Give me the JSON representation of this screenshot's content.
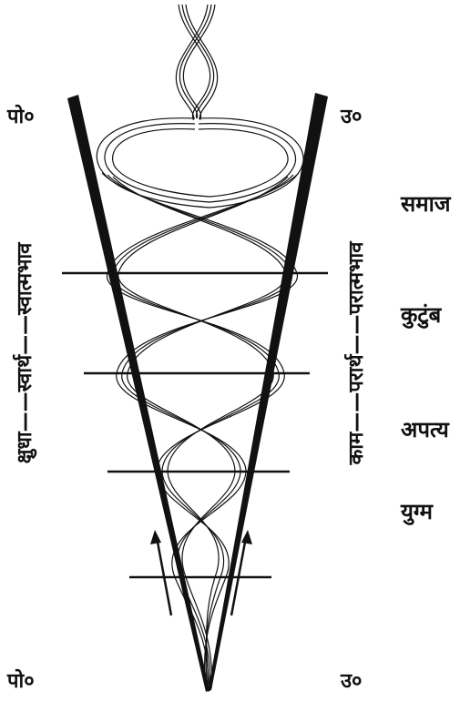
{
  "corners": {
    "top_left": "पो०",
    "top_right": "उ०",
    "bottom_left": "पो०",
    "bottom_right": "उ०"
  },
  "left_axis": "क्षुधा——स्वार्थ——स्वात्मभाव",
  "right_axis": "काम——परार्थ——परात्मभाव",
  "levels": [
    "समाज",
    "कुटुंब",
    "अपत्य",
    "युग्म"
  ]
}
